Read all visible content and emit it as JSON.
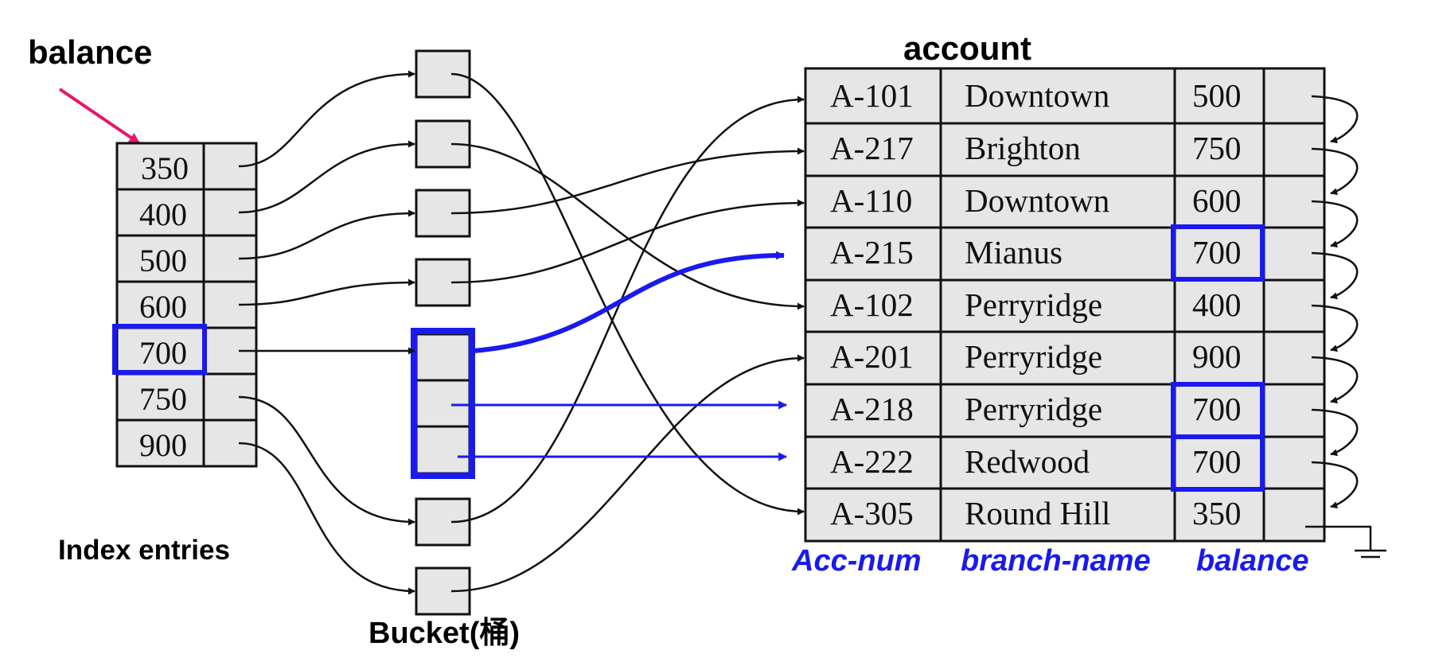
{
  "labels": {
    "index_title": "balance",
    "index_caption": "Index entries",
    "bucket_caption": "Bucket(桶)",
    "table_title": "account",
    "col_acc": "Acc-num",
    "col_branch": "branch-name",
    "col_balance": "balance"
  },
  "index_entries": [
    "350",
    "400",
    "500",
    "600",
    "700",
    "750",
    "900"
  ],
  "account_rows": [
    {
      "acc": "A-101",
      "branch": "Downtown",
      "balance": "500"
    },
    {
      "acc": "A-217",
      "branch": "Brighton",
      "balance": "750"
    },
    {
      "acc": "A-110",
      "branch": "Downtown",
      "balance": "600"
    },
    {
      "acc": "A-215",
      "branch": "Mianus",
      "balance": "700"
    },
    {
      "acc": "A-102",
      "branch": "Perryridge",
      "balance": "400"
    },
    {
      "acc": "A-201",
      "branch": "Perryridge",
      "balance": "900"
    },
    {
      "acc": "A-218",
      "branch": "Perryridge",
      "balance": "700"
    },
    {
      "acc": "A-222",
      "branch": "Redwood",
      "balance": "700"
    },
    {
      "acc": "A-305",
      "branch": "Round Hill",
      "balance": "350"
    }
  ],
  "colors": {
    "cell_fill": "#e6e6e6",
    "line": "#111111",
    "highlight": "#1a1aee",
    "pointer_arrow": "#e8156b"
  }
}
